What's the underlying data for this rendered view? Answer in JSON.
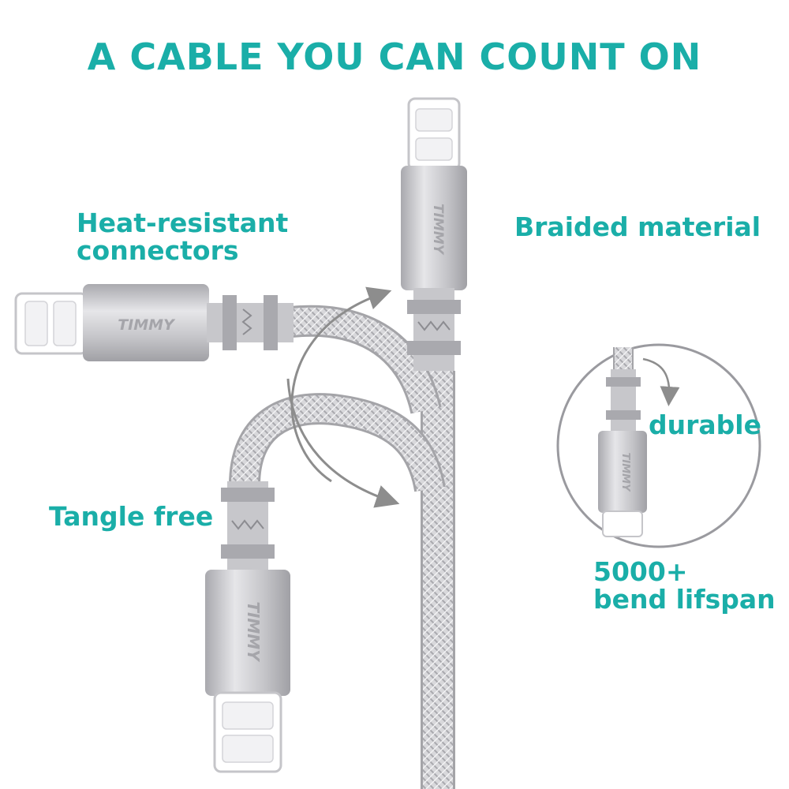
{
  "colors": {
    "accent": "#1aaea8",
    "metal": "#c9c9cc",
    "metal_dark": "#9b9ba0",
    "arrow": "#8d8d8d",
    "braid": "#d4d4d7"
  },
  "headline": "A CABLE YOU CAN COUNT ON",
  "features": {
    "heat_line1": "Heat-resistant",
    "heat_line2": "connectors",
    "braided": "Braided material",
    "durable": "durable",
    "tangle": "Tangle free",
    "bend_line1": "5000+",
    "bend_line2": "bend lifspan"
  },
  "brand": "TIMMY",
  "icons": [
    "lightning-connector-icon",
    "curved-arrow-icon"
  ]
}
